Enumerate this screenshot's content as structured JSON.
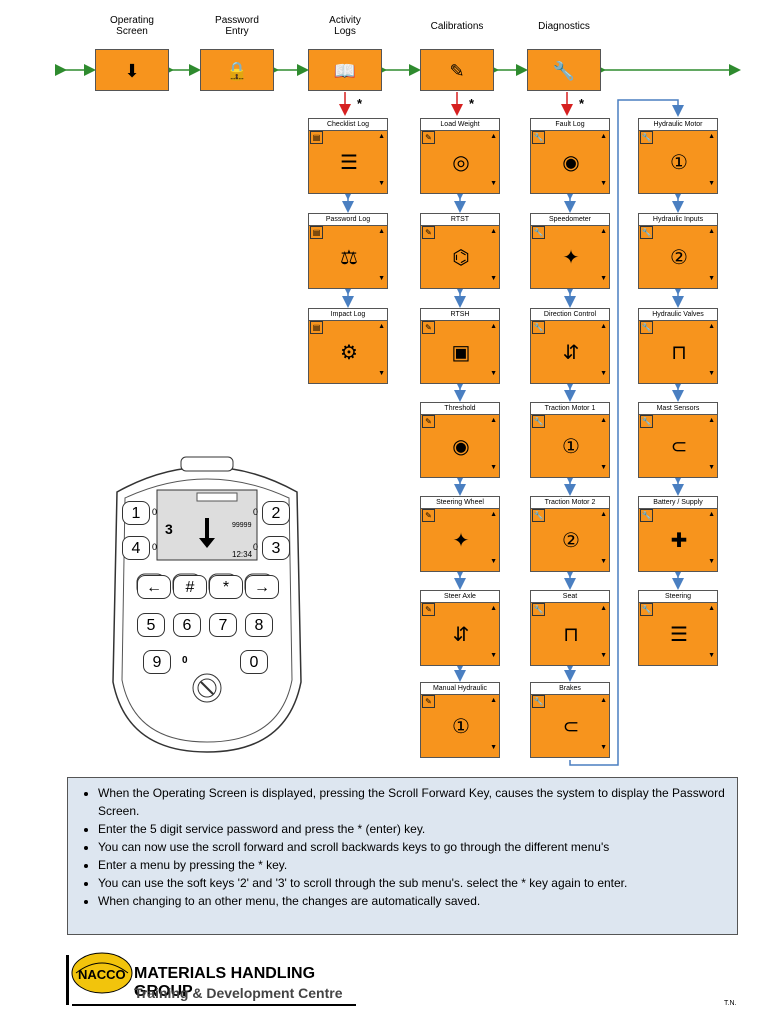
{
  "top_menu": [
    {
      "label": "Operating\nScreen",
      "icon": "operating-screen-icon"
    },
    {
      "label": "Password\nEntry",
      "icon": "lock-icon",
      "dashes": "-----"
    },
    {
      "label": "Activity\nLogs",
      "icon": "book-icon"
    },
    {
      "label": "Calibrations",
      "icon": "pen-icon"
    },
    {
      "label": "Diagnostics",
      "icon": "wrench-icon"
    }
  ],
  "star": "*",
  "columns": [
    {
      "name": "activity-logs",
      "items": [
        "Checklist Log",
        "Password Log",
        "Impact Log"
      ]
    },
    {
      "name": "calibrations",
      "items": [
        "Load Weight",
        "RTST",
        "RTSH",
        "Threshold",
        "Steering Wheel",
        "Steer Axle",
        "Manual Hydraulic"
      ]
    },
    {
      "name": "diagnostics",
      "items": [
        "Fault Log",
        "Speedometer",
        "Direction Control",
        "Traction Motor 1",
        "Traction Motor 2",
        "Seat",
        "Brakes"
      ]
    },
    {
      "name": "diagnostics-cont",
      "items": [
        "Hydraulic Motor",
        "Hydraulic Inputs",
        "Hydraulic Valves",
        "Mast Sensors",
        "Battery / Supply",
        "Steering"
      ]
    }
  ],
  "keypad": {
    "soft_keys": [
      "1",
      "2",
      "4",
      "3"
    ],
    "screen": {
      "big_digit": "3",
      "odometer": "99999",
      "time": "12:34"
    },
    "nav": [
      "←",
      "#",
      "*",
      "→"
    ],
    "digits": [
      "5",
      "6",
      "7",
      "8",
      "9",
      "0"
    ],
    "zero_marks": [
      "0",
      "0",
      "0",
      "0",
      "0"
    ]
  },
  "instructions": [
    "When the Operating Screen is displayed, pressing the Scroll Forward Key, causes the system to display the Password Screen.",
    "Enter the 5 digit service password and press the * (enter) key.",
    "You can now use the scroll forward and scroll backwards keys to go through the different menu's",
    "Enter a menu by pressing the * key.",
    "You can use the soft keys '2' and '3' to scroll through the sub menu's. select the * key again to enter.",
    "When changing to an other menu, the changes are automatically saved."
  ],
  "footer": {
    "logo": "NACCO",
    "title": "MATERIALS HANDLING GROUP",
    "subtitle": "Training & Development Centre",
    "initials": "T.N."
  },
  "colors": {
    "tile": "#f7941d",
    "arrow_green": "#2e8b2e",
    "arrow_red": "#d62020",
    "arrow_blue": "#4a7fc1"
  }
}
